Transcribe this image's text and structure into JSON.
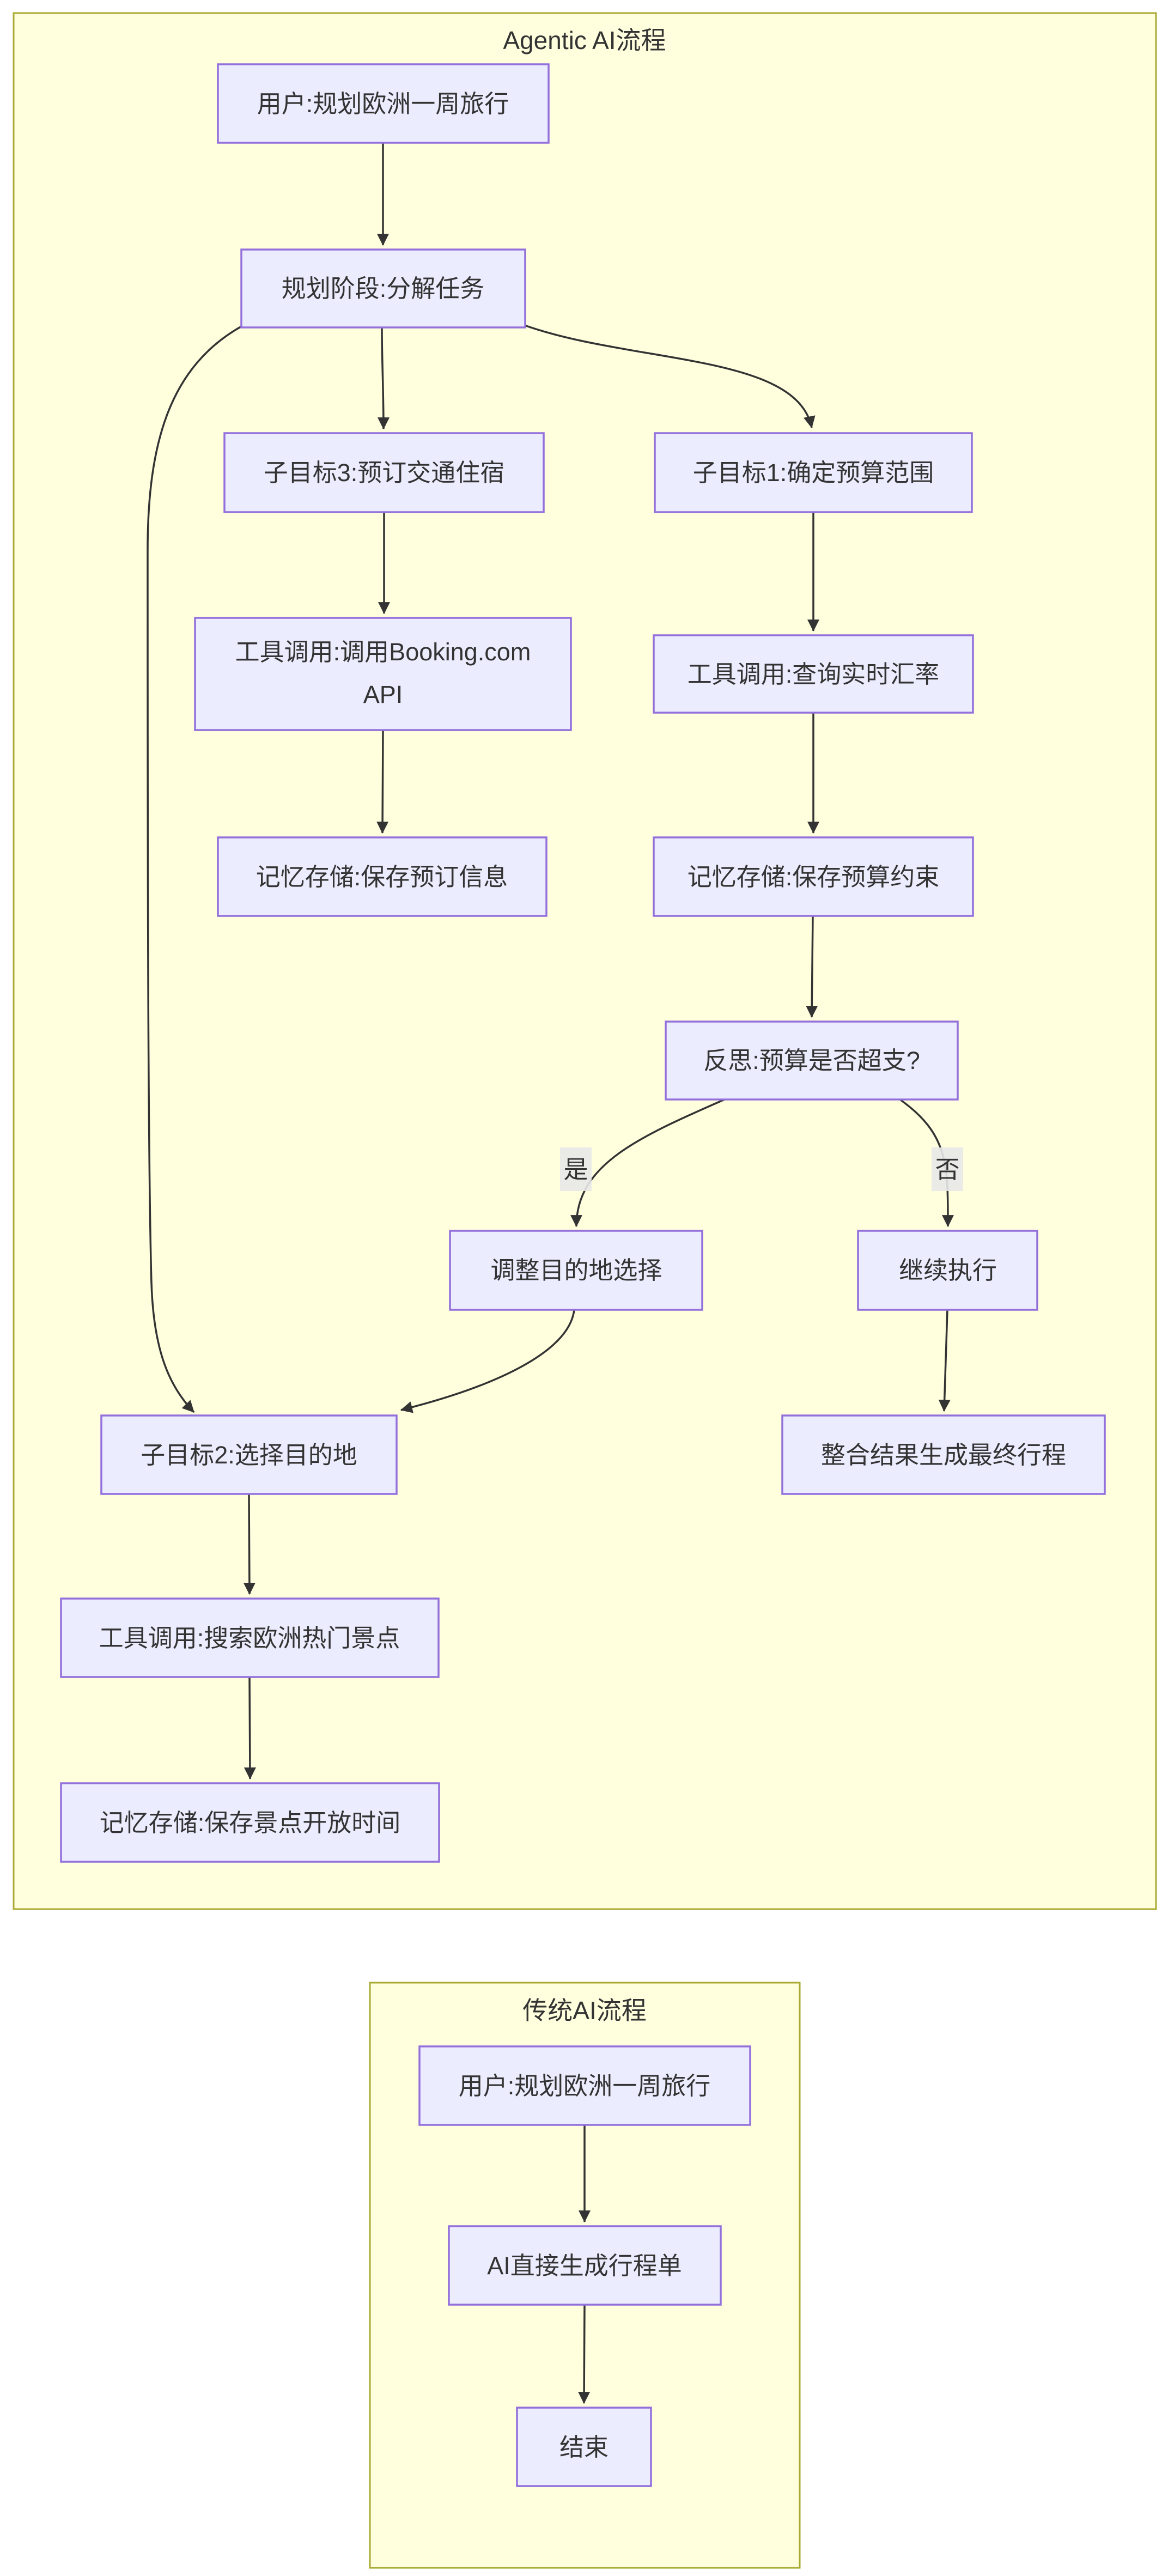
{
  "diagram": {
    "type": "flowchart-top-down",
    "colors": {
      "node_fill": "#ECECFF",
      "node_border": "#9370DB",
      "cluster_fill": "#ffffde",
      "cluster_border": "#aaaa33",
      "edge": "#333333",
      "edge_label_bg": "#e8e8e8",
      "text": "#333333",
      "background": "#ffffff"
    },
    "subgraphs": [
      {
        "id": "agentic",
        "title": "Agentic AI流程"
      },
      {
        "id": "traditional",
        "title": "传统AI流程"
      }
    ],
    "nodes": [
      {
        "id": "user1",
        "label": "用户:规划欧洲一周旅行"
      },
      {
        "id": "plan",
        "label": "规划阶段:分解任务"
      },
      {
        "id": "sub3",
        "label": "子目标3:预订交通住宿"
      },
      {
        "id": "sub1",
        "label": "子目标1:确定预算范围"
      },
      {
        "id": "tool_booking",
        "label": "工具调用:调用Booking.com API",
        "lines": [
          "工具调用:调用Booking.com",
          "API"
        ]
      },
      {
        "id": "tool_fx",
        "label": "工具调用:查询实时汇率"
      },
      {
        "id": "mem_booking",
        "label": "记忆存储:保存预订信息"
      },
      {
        "id": "mem_budget",
        "label": "记忆存储:保存预算约束"
      },
      {
        "id": "reflect",
        "label": "反思:预算是否超支?"
      },
      {
        "id": "adjust",
        "label": "调整目的地选择"
      },
      {
        "id": "continue",
        "label": "继续执行"
      },
      {
        "id": "sub2",
        "label": "子目标2:选择目的地"
      },
      {
        "id": "integrate",
        "label": "整合结果生成最终行程"
      },
      {
        "id": "tool_search",
        "label": "工具调用:搜索欧洲热门景点"
      },
      {
        "id": "mem_hours",
        "label": "记忆存储:保存景点开放时间"
      },
      {
        "id": "user2",
        "label": "用户:规划欧洲一周旅行"
      },
      {
        "id": "gen",
        "label": "AI直接生成行程单"
      },
      {
        "id": "end",
        "label": "结束"
      }
    ],
    "edges": [
      {
        "from": "user1",
        "to": "plan",
        "label": ""
      },
      {
        "from": "plan",
        "to": "sub3",
        "label": ""
      },
      {
        "from": "plan",
        "to": "sub1",
        "label": ""
      },
      {
        "from": "plan",
        "to": "sub2",
        "label": ""
      },
      {
        "from": "sub3",
        "to": "tool_booking",
        "label": ""
      },
      {
        "from": "sub1",
        "to": "tool_fx",
        "label": ""
      },
      {
        "from": "tool_booking",
        "to": "mem_booking",
        "label": ""
      },
      {
        "from": "tool_fx",
        "to": "mem_budget",
        "label": ""
      },
      {
        "from": "mem_budget",
        "to": "reflect",
        "label": ""
      },
      {
        "from": "reflect",
        "to": "adjust",
        "label": "是"
      },
      {
        "from": "reflect",
        "to": "continue",
        "label": "否"
      },
      {
        "from": "adjust",
        "to": "sub2",
        "label": ""
      },
      {
        "from": "continue",
        "to": "integrate",
        "label": ""
      },
      {
        "from": "sub2",
        "to": "tool_search",
        "label": ""
      },
      {
        "from": "tool_search",
        "to": "mem_hours",
        "label": ""
      },
      {
        "from": "user2",
        "to": "gen",
        "label": ""
      },
      {
        "from": "gen",
        "to": "end",
        "label": ""
      }
    ],
    "edge_labels": {
      "yes": "是",
      "no": "否"
    }
  }
}
